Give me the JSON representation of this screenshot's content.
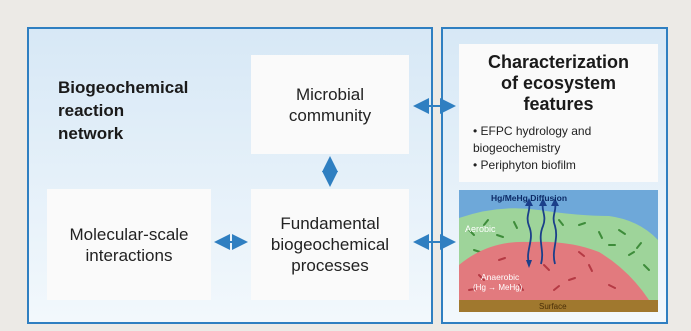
{
  "left_panel": {
    "title_lines": [
      "Biogeochemical",
      "reaction",
      "network"
    ]
  },
  "boxes": {
    "microbial": [
      "Microbial",
      "community"
    ],
    "fundamental": [
      "Fundamental",
      "biogeochemical",
      "processes"
    ],
    "molecular": [
      "Molecular-scale",
      "interactions"
    ]
  },
  "characterization": {
    "title_lines": [
      "Characterization",
      "of ecosystem",
      "features"
    ],
    "bullets": [
      "EFPC hydrology and biogeochemistry",
      "Periphyton biofilm"
    ]
  },
  "ecosystem_figure": {
    "diffusion_label": "Hg/MeHg Diffusion",
    "aerobic_label": "Aerobic",
    "anaerobic_label": "Anaerobic",
    "reaction_label": "(Hg → MeHg)",
    "surface_label": "Surface"
  },
  "colors": {
    "panel_border": "#2f7fc1",
    "arrow": "#2f7fc1",
    "aerobic_zone": "#9ed49a",
    "anaerobic_zone": "#e27a7e",
    "surface": "#a0782e",
    "water": "#6ea8d9"
  }
}
